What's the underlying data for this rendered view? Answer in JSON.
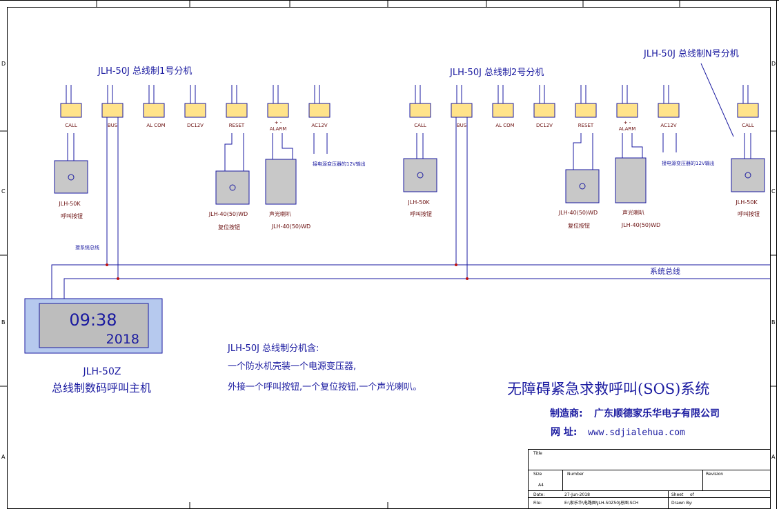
{
  "colors": {
    "line": "#1a1aa0",
    "terminal": "#ffe38a",
    "device": "#c8c8c8",
    "display": "#b6c9ee",
    "text_dark_red": "#6b1010",
    "text_blue": "#1a1aa0",
    "frame": "#000000"
  },
  "units": [
    {
      "title": "JLH-50J 总线制1号分机",
      "terminals": [
        "CALL",
        "BUS",
        "AL COM",
        "DC12V",
        "RESET",
        "+ -\nALARM",
        "AC12V"
      ],
      "ac_note": "接电源变压器的12V输出",
      "devices": {
        "call_label": "JLH-50K",
        "call_label2": "呼叫按钮",
        "reset_label": "JLH-40(50)WD",
        "reset_label2": "复位按钮",
        "alarm_label": "声光喇叭",
        "alarm_label2": "JLH-40(50)WD"
      }
    },
    {
      "title": "JLH-50J 总线制2号分机",
      "terminals": [
        "CALL",
        "BUS",
        "AL COM",
        "DC12V",
        "RESET",
        "+ -\nALARM",
        "AC12V"
      ],
      "ac_note": "接电源变压器的12V输出",
      "devices": {
        "call_label": "JLH-50K",
        "call_label2": "呼叫按钮",
        "reset_label": "JLH-40(50)WD",
        "reset_label2": "复位按钮",
        "alarm_label": "声光喇叭",
        "alarm_label2": "JLH-40(50)WD"
      }
    }
  ],
  "unit_n": {
    "title": "JLH-50J 总线制N号分机",
    "terminal": "CALL",
    "call_label": "JLH-50K",
    "call_label2": "呼叫按钮"
  },
  "bus_note": "接系统总线",
  "system_bus_label": "系统总线",
  "host": {
    "time": "09:38",
    "year": "2018",
    "model": "JLH-50Z",
    "name": "总线制数码呼叫主机"
  },
  "notes": {
    "line1": "JLH-50J 总线制分机含:",
    "line2": "一个防水机壳装一个电源变压器,",
    "line3": "外接一个呼叫按钮,一个复位按钮,一个声光喇叭。"
  },
  "system": {
    "title": "无障碍紧急求救呼叫(SOS)系统",
    "maker_label": "制造商:",
    "maker": "广东顺德家乐华电子有限公司",
    "web_label": "网 址:",
    "web": "www.sdjialehua.com"
  },
  "titleblock": {
    "title_label": "Title",
    "size_label": "Size",
    "size": "A4",
    "number_label": "Number",
    "revision_label": "Revision",
    "date_label": "Date:",
    "date": "27-Jun-2018",
    "sheet_label": "Sheet",
    "sheet_of": "of",
    "file_label": "File:",
    "file": "E:\\家乐华\\电路图\\JLH-50Z50J总图.SCH",
    "drawn_label": "Drawn By:"
  }
}
